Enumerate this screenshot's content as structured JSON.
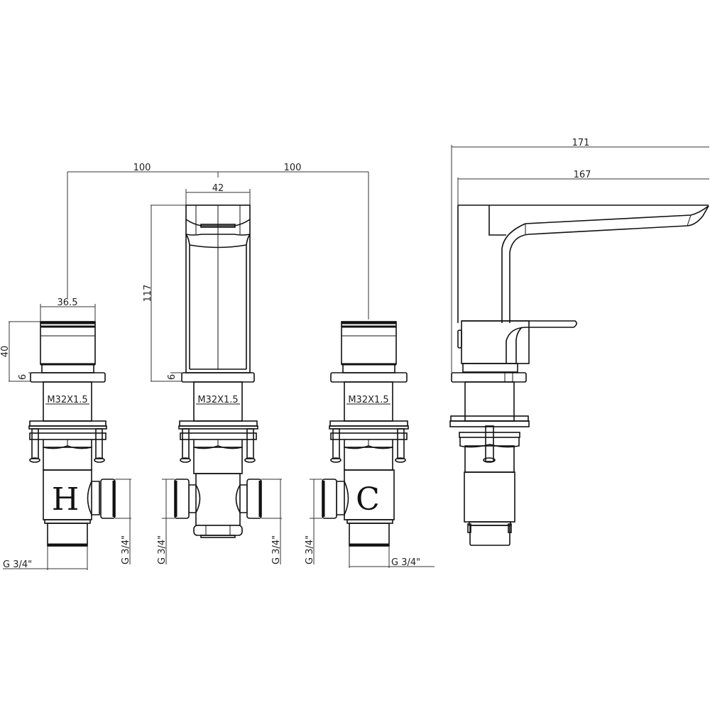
{
  "diagram": {
    "type": "technical-drawing",
    "subject": "3-hole deck-mounted basin mixer with hot/cold valves and spout",
    "components": [
      {
        "id": "hot-valve",
        "label": "H"
      },
      {
        "id": "spout-front",
        "label": ""
      },
      {
        "id": "cold-valve",
        "label": "C"
      },
      {
        "id": "spout-side",
        "label": ""
      }
    ],
    "dimensions": {
      "spacing_left": "100",
      "spacing_right": "100",
      "spout_width": "42",
      "spout_height": "117",
      "valve_width": "36.5",
      "valve_height": "40",
      "flange_hot": "6",
      "flange_spout": "6",
      "thread_hot": "M32X1.5",
      "thread_spout": "M32X1.5",
      "thread_cold": "M32X1.5",
      "side_total_length": "171",
      "side_reach": "167",
      "inlet_hot_bottom": "G 3/4\"",
      "inlet_hot_side": "G 3/4\"",
      "inlet_tee_left": "G 3/4\"",
      "inlet_tee_right": "G 3/4\"",
      "inlet_cold_side": "G 3/4\"",
      "inlet_cold_bottom": "G 3/4\""
    },
    "labels": {
      "hot": "H",
      "cold": "C"
    }
  }
}
